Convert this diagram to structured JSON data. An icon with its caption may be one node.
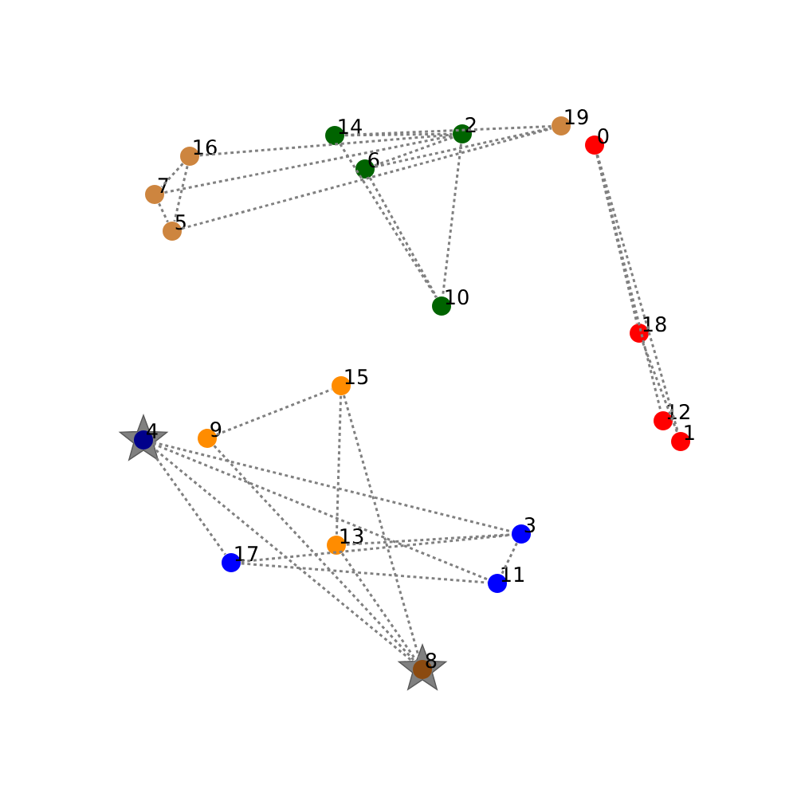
{
  "diagram": {
    "nodes": [
      {
        "text": [
          "0"
        ]
      },
      {
        "text": [
          "1"
        ]
      },
      {
        "text": [
          "2"
        ]
      },
      {
        "text": [
          "3"
        ]
      },
      {
        "text": [
          "4"
        ]
      },
      {
        "text": [
          "5"
        ]
      },
      {
        "text": [
          "6"
        ]
      },
      {
        "text": [
          "7"
        ]
      },
      {
        "text": [
          "8"
        ]
      },
      {
        "text": [
          "9"
        ]
      },
      {
        "text": [
          "10"
        ]
      },
      {
        "text": [
          "11"
        ]
      },
      {
        "text": [
          "12"
        ]
      },
      {
        "text": [
          "13"
        ]
      },
      {
        "text": [
          "14"
        ]
      },
      {
        "text": [
          "15"
        ]
      },
      {
        "text": [
          "16"
        ]
      },
      {
        "text": [
          "17"
        ]
      },
      {
        "text": [
          "18"
        ]
      },
      {
        "text": [
          "19"
        ]
      }
    ],
    "edges": [
      {
        "from": 16,
        "to": 7,
        "arrow": "none",
        "style": "dashed"
      },
      {
        "from": 7,
        "to": 5,
        "arrow": "none",
        "style": "dashed"
      },
      {
        "from": 16,
        "to": 5,
        "arrow": "none",
        "style": "dashed"
      },
      {
        "from": 16,
        "to": 2,
        "arrow": "none",
        "style": "dashed"
      },
      {
        "from": 14,
        "to": 2,
        "arrow": "none",
        "style": "dashed"
      },
      {
        "from": 14,
        "to": 19,
        "arrow": "none",
        "style": "dashed"
      },
      {
        "from": 7,
        "to": 2,
        "arrow": "none",
        "style": "dashed"
      },
      {
        "from": 5,
        "to": 19,
        "arrow": "none",
        "style": "dashed"
      },
      {
        "from": 6,
        "to": 2,
        "arrow": "none",
        "style": "dashed"
      },
      {
        "from": 6,
        "to": 19,
        "arrow": "none",
        "style": "dashed"
      },
      {
        "from": 14,
        "to": 10,
        "arrow": "none",
        "style": "dashed"
      },
      {
        "from": 6,
        "to": 10,
        "arrow": "none",
        "style": "dashed"
      },
      {
        "from": 2,
        "to": 10,
        "arrow": "none",
        "style": "dashed"
      },
      {
        "from": 0,
        "to": 18,
        "arrow": "none",
        "style": "dashed"
      },
      {
        "from": 0,
        "to": 12,
        "arrow": "none",
        "style": "dashed"
      },
      {
        "from": 0,
        "to": 1,
        "arrow": "none",
        "style": "dashed"
      },
      {
        "from": 18,
        "to": 1,
        "arrow": "none",
        "style": "dashed"
      },
      {
        "from": 4,
        "to": 3,
        "arrow": "none",
        "style": "dashed"
      },
      {
        "from": 4,
        "to": 11,
        "arrow": "none",
        "style": "dashed"
      },
      {
        "from": 4,
        "to": 17,
        "arrow": "none",
        "style": "dashed"
      },
      {
        "from": 4,
        "to": 8,
        "arrow": "none",
        "style": "dashed"
      },
      {
        "from": 9,
        "to": 15,
        "arrow": "none",
        "style": "dashed"
      },
      {
        "from": 9,
        "to": 8,
        "arrow": "none",
        "style": "dashed"
      },
      {
        "from": 15,
        "to": 13,
        "arrow": "none",
        "style": "dashed"
      },
      {
        "from": 15,
        "to": 8,
        "arrow": "none",
        "style": "dashed"
      },
      {
        "from": 13,
        "to": 8,
        "arrow": "none",
        "style": "dashed"
      },
      {
        "from": 13,
        "to": 3,
        "arrow": "none",
        "style": "dashed"
      },
      {
        "from": 17,
        "to": 3,
        "arrow": "none",
        "style": "dashed"
      },
      {
        "from": 17,
        "to": 11,
        "arrow": "none",
        "style": "dashed"
      },
      {
        "from": 3,
        "to": 11,
        "arrow": "none",
        "style": "dashed"
      }
    ]
  }
}
